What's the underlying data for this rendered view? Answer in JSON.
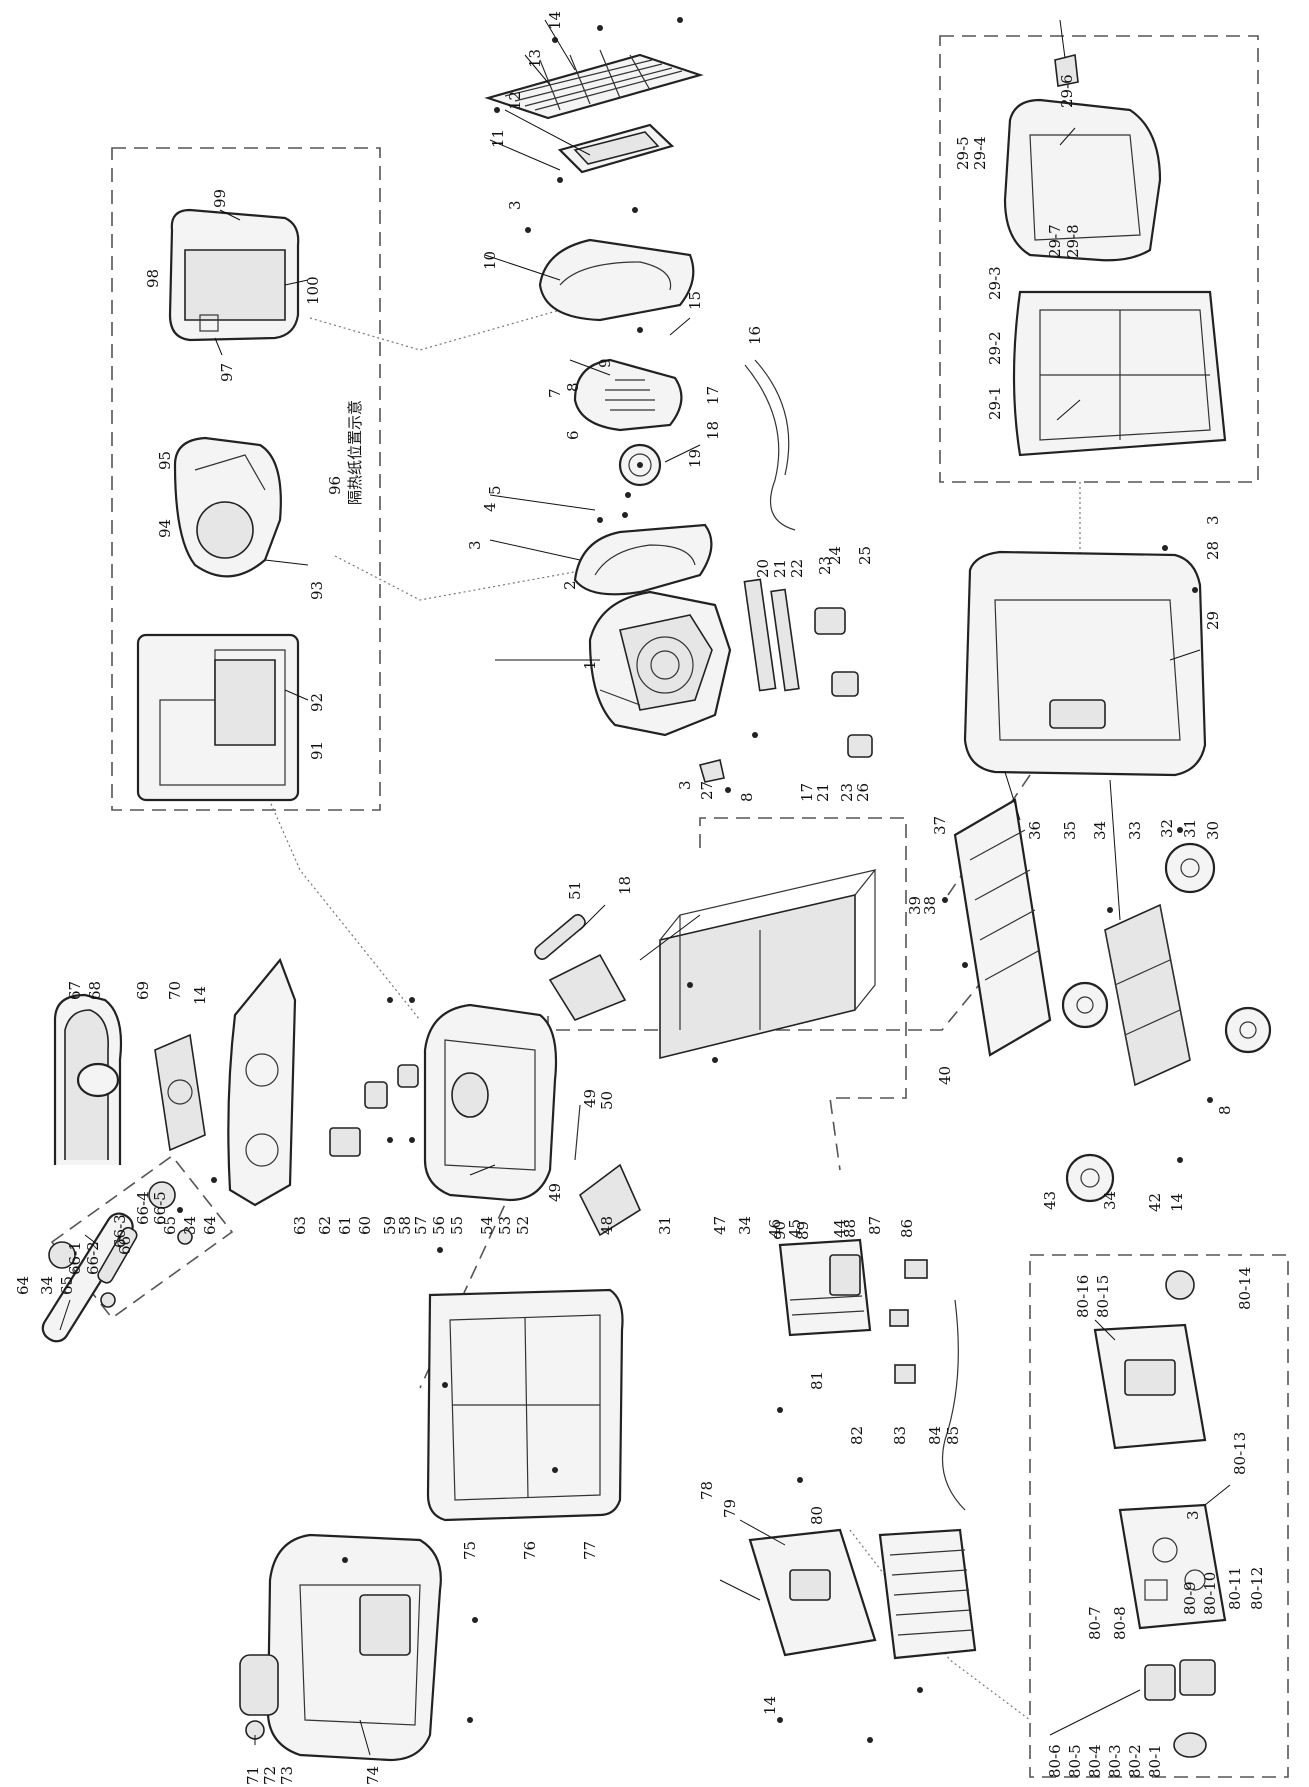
{
  "labels": {
    "l1": "1",
    "l2": "2",
    "l3": "3",
    "l4": "4",
    "l5": "5",
    "l6": "6",
    "l7": "7",
    "l8": "8",
    "l9": "9",
    "l10": "10",
    "l11": "11",
    "l12": "12",
    "l13": "13",
    "l14": "14",
    "l15": "15",
    "l16": "16",
    "l17": "17",
    "l18": "18",
    "l19": "19",
    "l20": "20",
    "l21": "21",
    "l22": "22",
    "l23": "23",
    "l24": "24",
    "l25": "25",
    "l26": "26",
    "l27": "27",
    "l28": "28",
    "l29": "29",
    "l29_1": "29-1",
    "l29_2": "29-2",
    "l29_3": "29-3",
    "l29_4": "29-4",
    "l29_5": "29-5",
    "l29_6": "29-6",
    "l29_7": "29-7",
    "l29_8": "29-8",
    "l30": "30",
    "l31": "31",
    "l32": "32",
    "l33": "33",
    "l34": "34",
    "l35": "35",
    "l36": "36",
    "l37": "37",
    "l38": "38",
    "l39": "39",
    "l40": "40",
    "l42": "42",
    "l43": "43",
    "l44": "44",
    "l45": "45",
    "l46": "46",
    "l47": "47",
    "l48": "48",
    "l49": "49",
    "l50": "50",
    "l51": "51",
    "l52": "52",
    "l53": "53",
    "l54": "54",
    "l55": "55",
    "l56": "56",
    "l57": "57",
    "l58": "58",
    "l59": "59",
    "l60": "60",
    "l61": "61",
    "l62": "62",
    "l63": "63",
    "l64": "64",
    "l65": "65",
    "l66": "66",
    "l66_1": "66-1",
    "l66_2": "66-2",
    "l66_3": "66-3",
    "l66_4": "66-4",
    "l66_5": "66-5",
    "l67": "67",
    "l68": "68",
    "l69": "69",
    "l70": "70",
    "l71": "71",
    "l72": "72",
    "l73": "73",
    "l74": "74",
    "l75": "75",
    "l76": "76",
    "l77": "77",
    "l78": "78",
    "l79": "79",
    "l80": "80",
    "l80_1": "80-1",
    "l80_2": "80-2",
    "l80_3": "80-3",
    "l80_4": "80-4",
    "l80_5": "80-5",
    "l80_6": "80-6",
    "l80_7": "80-7",
    "l80_8": "80-8",
    "l80_9": "80-9",
    "l80_10": "80-10",
    "l80_11": "80-11",
    "l80_12": "80-12",
    "l80_13": "80-13",
    "l80_14": "80-14",
    "l80_15": "80-15",
    "l80_16": "80-16",
    "l81": "81",
    "l82": "82",
    "l83": "83",
    "l84": "84",
    "l85": "85",
    "l86": "86",
    "l87": "87",
    "l88": "88",
    "l89": "89",
    "l90": "90",
    "l91": "91",
    "l92": "92",
    "l93": "93",
    "l94": "94",
    "l95": "95",
    "l96": "96",
    "l97": "97",
    "l98": "98",
    "l99": "99",
    "l100": "100"
  },
  "annotation_cn": "隔热纸位置示意"
}
